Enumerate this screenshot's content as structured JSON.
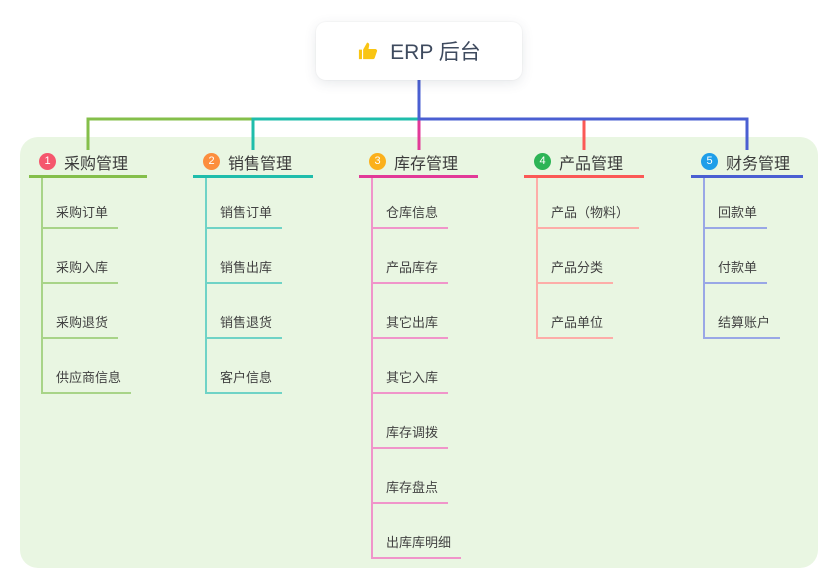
{
  "canvas": {
    "background": "#ffffff",
    "panel_color": "#e9f6e2"
  },
  "root": {
    "title": "ERP 后台",
    "icon": "thumbs-up-icon",
    "icon_color": "#f9c513",
    "connector_color": "#4a5fd2"
  },
  "branches": [
    {
      "badge": "1",
      "label": "采购管理",
      "color": "#84bf4a",
      "light_color": "#a8d488",
      "badge_color": "#f5576d",
      "children": [
        {
          "label": "采购订单"
        },
        {
          "label": "采购入库"
        },
        {
          "label": "采购退货"
        },
        {
          "label": "供应商信息"
        }
      ]
    },
    {
      "badge": "2",
      "label": "销售管理",
      "color": "#1fbdab",
      "light_color": "#6fd3c6",
      "badge_color": "#fc8e3e",
      "children": [
        {
          "label": "销售订单"
        },
        {
          "label": "销售出库"
        },
        {
          "label": "销售退货"
        },
        {
          "label": "客户信息"
        }
      ]
    },
    {
      "badge": "3",
      "label": "库存管理",
      "color": "#e23a98",
      "light_color": "#f095ca",
      "badge_color": "#fbb01b",
      "children": [
        {
          "label": "仓库信息"
        },
        {
          "label": "产品库存"
        },
        {
          "label": "其它出库"
        },
        {
          "label": "其它入库"
        },
        {
          "label": "库存调拨"
        },
        {
          "label": "库存盘点"
        },
        {
          "label": "出库库明细"
        }
      ]
    },
    {
      "badge": "4",
      "label": "产品管理",
      "color": "#fb5956",
      "light_color": "#fdada8",
      "badge_color": "#2db455",
      "children": [
        {
          "label": "产品（物料）"
        },
        {
          "label": "产品分类"
        },
        {
          "label": "产品单位"
        }
      ]
    },
    {
      "badge": "5",
      "label": "财务管理",
      "color": "#4a5fd2",
      "light_color": "#99a7e6",
      "badge_color": "#1e9ee9",
      "children": [
        {
          "label": "回款单"
        },
        {
          "label": "付款单"
        },
        {
          "label": "结算账户"
        }
      ]
    }
  ]
}
